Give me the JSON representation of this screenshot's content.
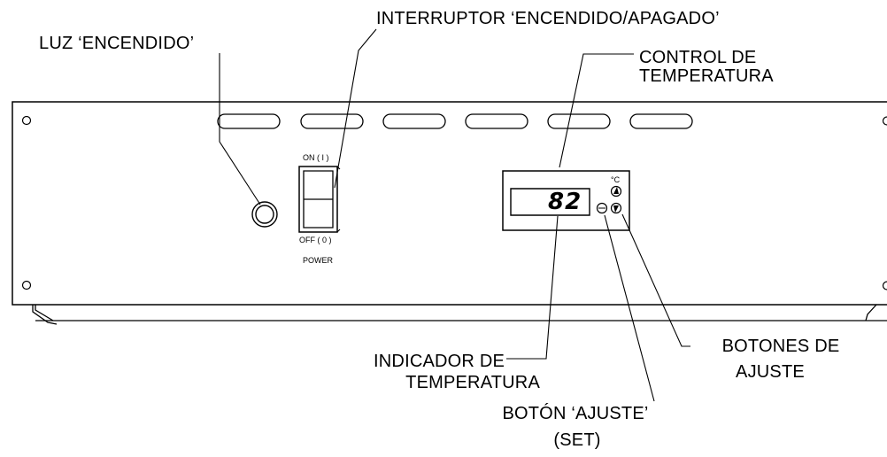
{
  "labels": {
    "power_light": "LUZ ‘ENCENDIDO’",
    "power_switch": "INTERRUPTOR ‘ENCENDIDO/APAGADO’",
    "temp_control_line1": "CONTROL DE",
    "temp_control_line2": "TEMPERATURA",
    "temp_indicator_line1": "INDICADOR DE",
    "temp_indicator_line2": "TEMPERATURA",
    "set_button_line1": "BOTÓN ‘AJUSTE’",
    "set_button_line2": "(SET)",
    "adjust_buttons_line1": "BOTONES DE",
    "adjust_buttons_line2": "AJUSTE"
  },
  "switch": {
    "on_label": "ON  ( I )",
    "off_label": "OFF  ( 0 )",
    "caption": "POWER"
  },
  "display": {
    "reading": "82",
    "unit": "°C"
  }
}
